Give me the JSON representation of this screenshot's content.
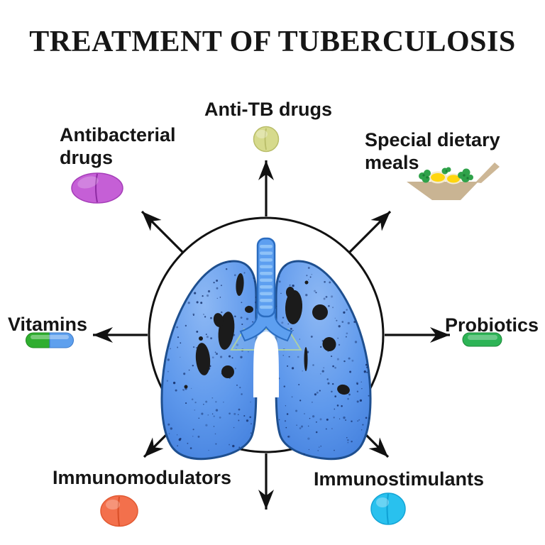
{
  "title": "TREATMENT OF TUBERCULOSIS",
  "labels": {
    "anti_tb": "Anti-TB drugs",
    "antibacterial": {
      "line1": "Antibacterial",
      "line2": "drugs"
    },
    "dietary": {
      "line1": "Special dietary",
      "line2": "meals"
    },
    "vitamins": "Vitamins",
    "probiotics": "Probiotics",
    "immunomodulators": "Immunomodulators",
    "immunostimulants": "Immunostimulants"
  },
  "center": {
    "icon": "infected-lungs-icon"
  },
  "icons": {
    "anti_tb": "round-tablet-icon",
    "antibacterial": "oval-pill-icon",
    "dietary": "meal-dish-icon",
    "vitamins": "two-tone-capsule-icon",
    "probiotics": "capsule-icon",
    "immunomodulators": "round-tablet-icon",
    "immunostimulants": "round-tablet-icon"
  },
  "colors": {
    "anti_tb_pill": "#d6da8c",
    "antibacterial_pill": "#c55fd6",
    "vitamins_capsule_left": "#2fae2f",
    "vitamins_capsule_right": "#5ea0ee",
    "probiotics_capsule": "#2db456",
    "immunomodulators_pill": "#f3704c",
    "immunostimulants_pill": "#29c1ee",
    "lungs_fill": "#5d97ea",
    "lungs_outline": "#1e4f8f",
    "dish_fill": "#c9b493",
    "arrow_color": "#111111"
  }
}
